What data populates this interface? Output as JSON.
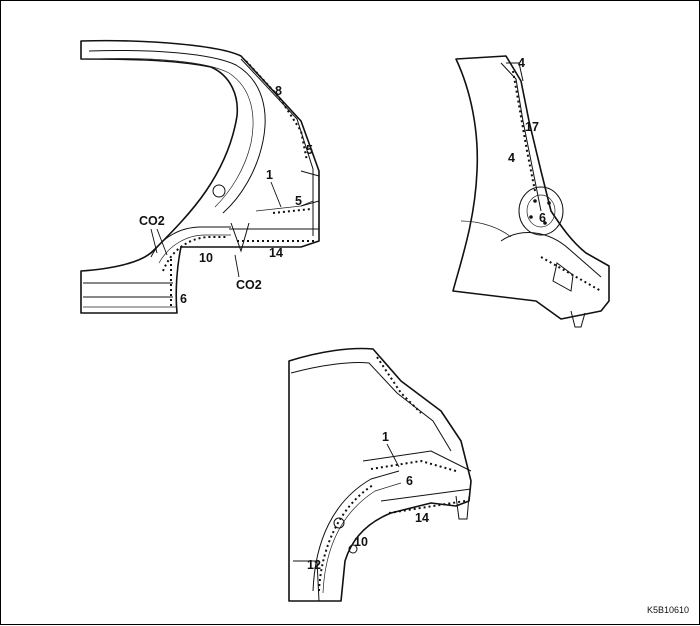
{
  "diagram": {
    "code": "K5B10610",
    "views": {
      "top_left": {
        "labels": {
          "l8": "8",
          "l5a": "5",
          "l1": "1",
          "l5b": "5",
          "co2_left": "CO2",
          "l10": "10",
          "l14": "14",
          "co2_bottom": "CO2",
          "l6": "6"
        }
      },
      "top_right": {
        "labels": {
          "l4a": "4",
          "l17": "17",
          "l4b": "4",
          "l6": "6"
        }
      },
      "bottom": {
        "labels": {
          "l1": "1",
          "l6": "6",
          "l14": "14",
          "l10": "10",
          "l12": "12"
        }
      }
    }
  }
}
